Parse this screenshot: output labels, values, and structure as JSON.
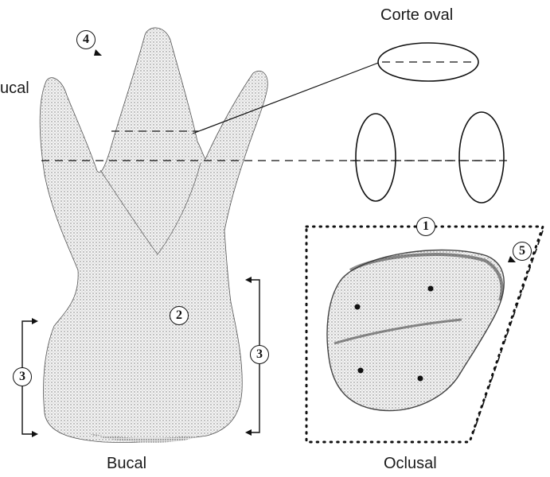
{
  "labels": {
    "corte_oval": "Corte oval",
    "bucal_top": "ucal",
    "bucal_bottom": "Bucal",
    "oclusal": "Oclusal"
  },
  "markers": {
    "m1": "1",
    "m2": "2",
    "m3_left": "3",
    "m3_right": "3",
    "m4": "4",
    "m5": "5"
  },
  "colors": {
    "ink": "#111111",
    "stipple": "#d9d9d9",
    "paper": "#ffffff"
  }
}
